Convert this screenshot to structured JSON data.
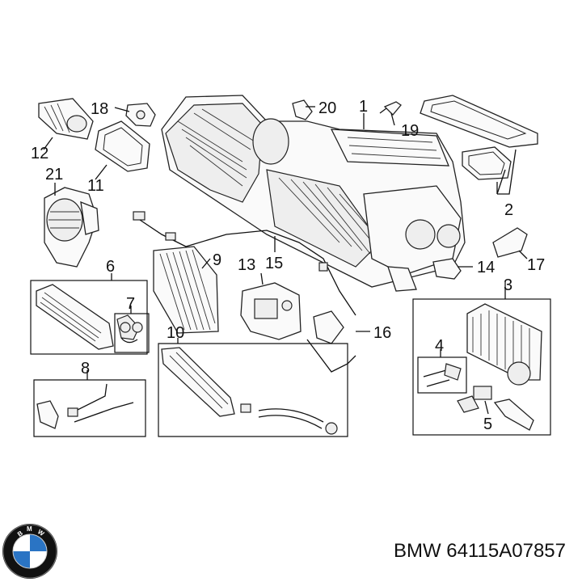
{
  "callouts": [
    {
      "id": "1",
      "label": "1"
    },
    {
      "id": "2",
      "label": "2"
    },
    {
      "id": "3",
      "label": "3"
    },
    {
      "id": "4",
      "label": "4"
    },
    {
      "id": "5",
      "label": "5"
    },
    {
      "id": "6",
      "label": "6"
    },
    {
      "id": "7",
      "label": "7"
    },
    {
      "id": "8",
      "label": "8"
    },
    {
      "id": "9",
      "label": "9"
    },
    {
      "id": "10",
      "label": "10"
    },
    {
      "id": "11",
      "label": "11"
    },
    {
      "id": "12",
      "label": "12"
    },
    {
      "id": "13",
      "label": "13"
    },
    {
      "id": "14",
      "label": "14"
    },
    {
      "id": "15",
      "label": "15"
    },
    {
      "id": "16",
      "label": "16"
    },
    {
      "id": "17",
      "label": "17"
    },
    {
      "id": "18",
      "label": "18"
    },
    {
      "id": "19",
      "label": "19"
    },
    {
      "id": "20",
      "label": "20"
    },
    {
      "id": "21",
      "label": "21"
    }
  ],
  "caption": {
    "brand": "BMW",
    "part_number": "64115A07857",
    "text": "BMW 64115A07857"
  },
  "logo": {
    "text": "BMW",
    "colors": {
      "ring": "#111111",
      "blue": "#2a74c4",
      "white": "#ffffff"
    }
  }
}
